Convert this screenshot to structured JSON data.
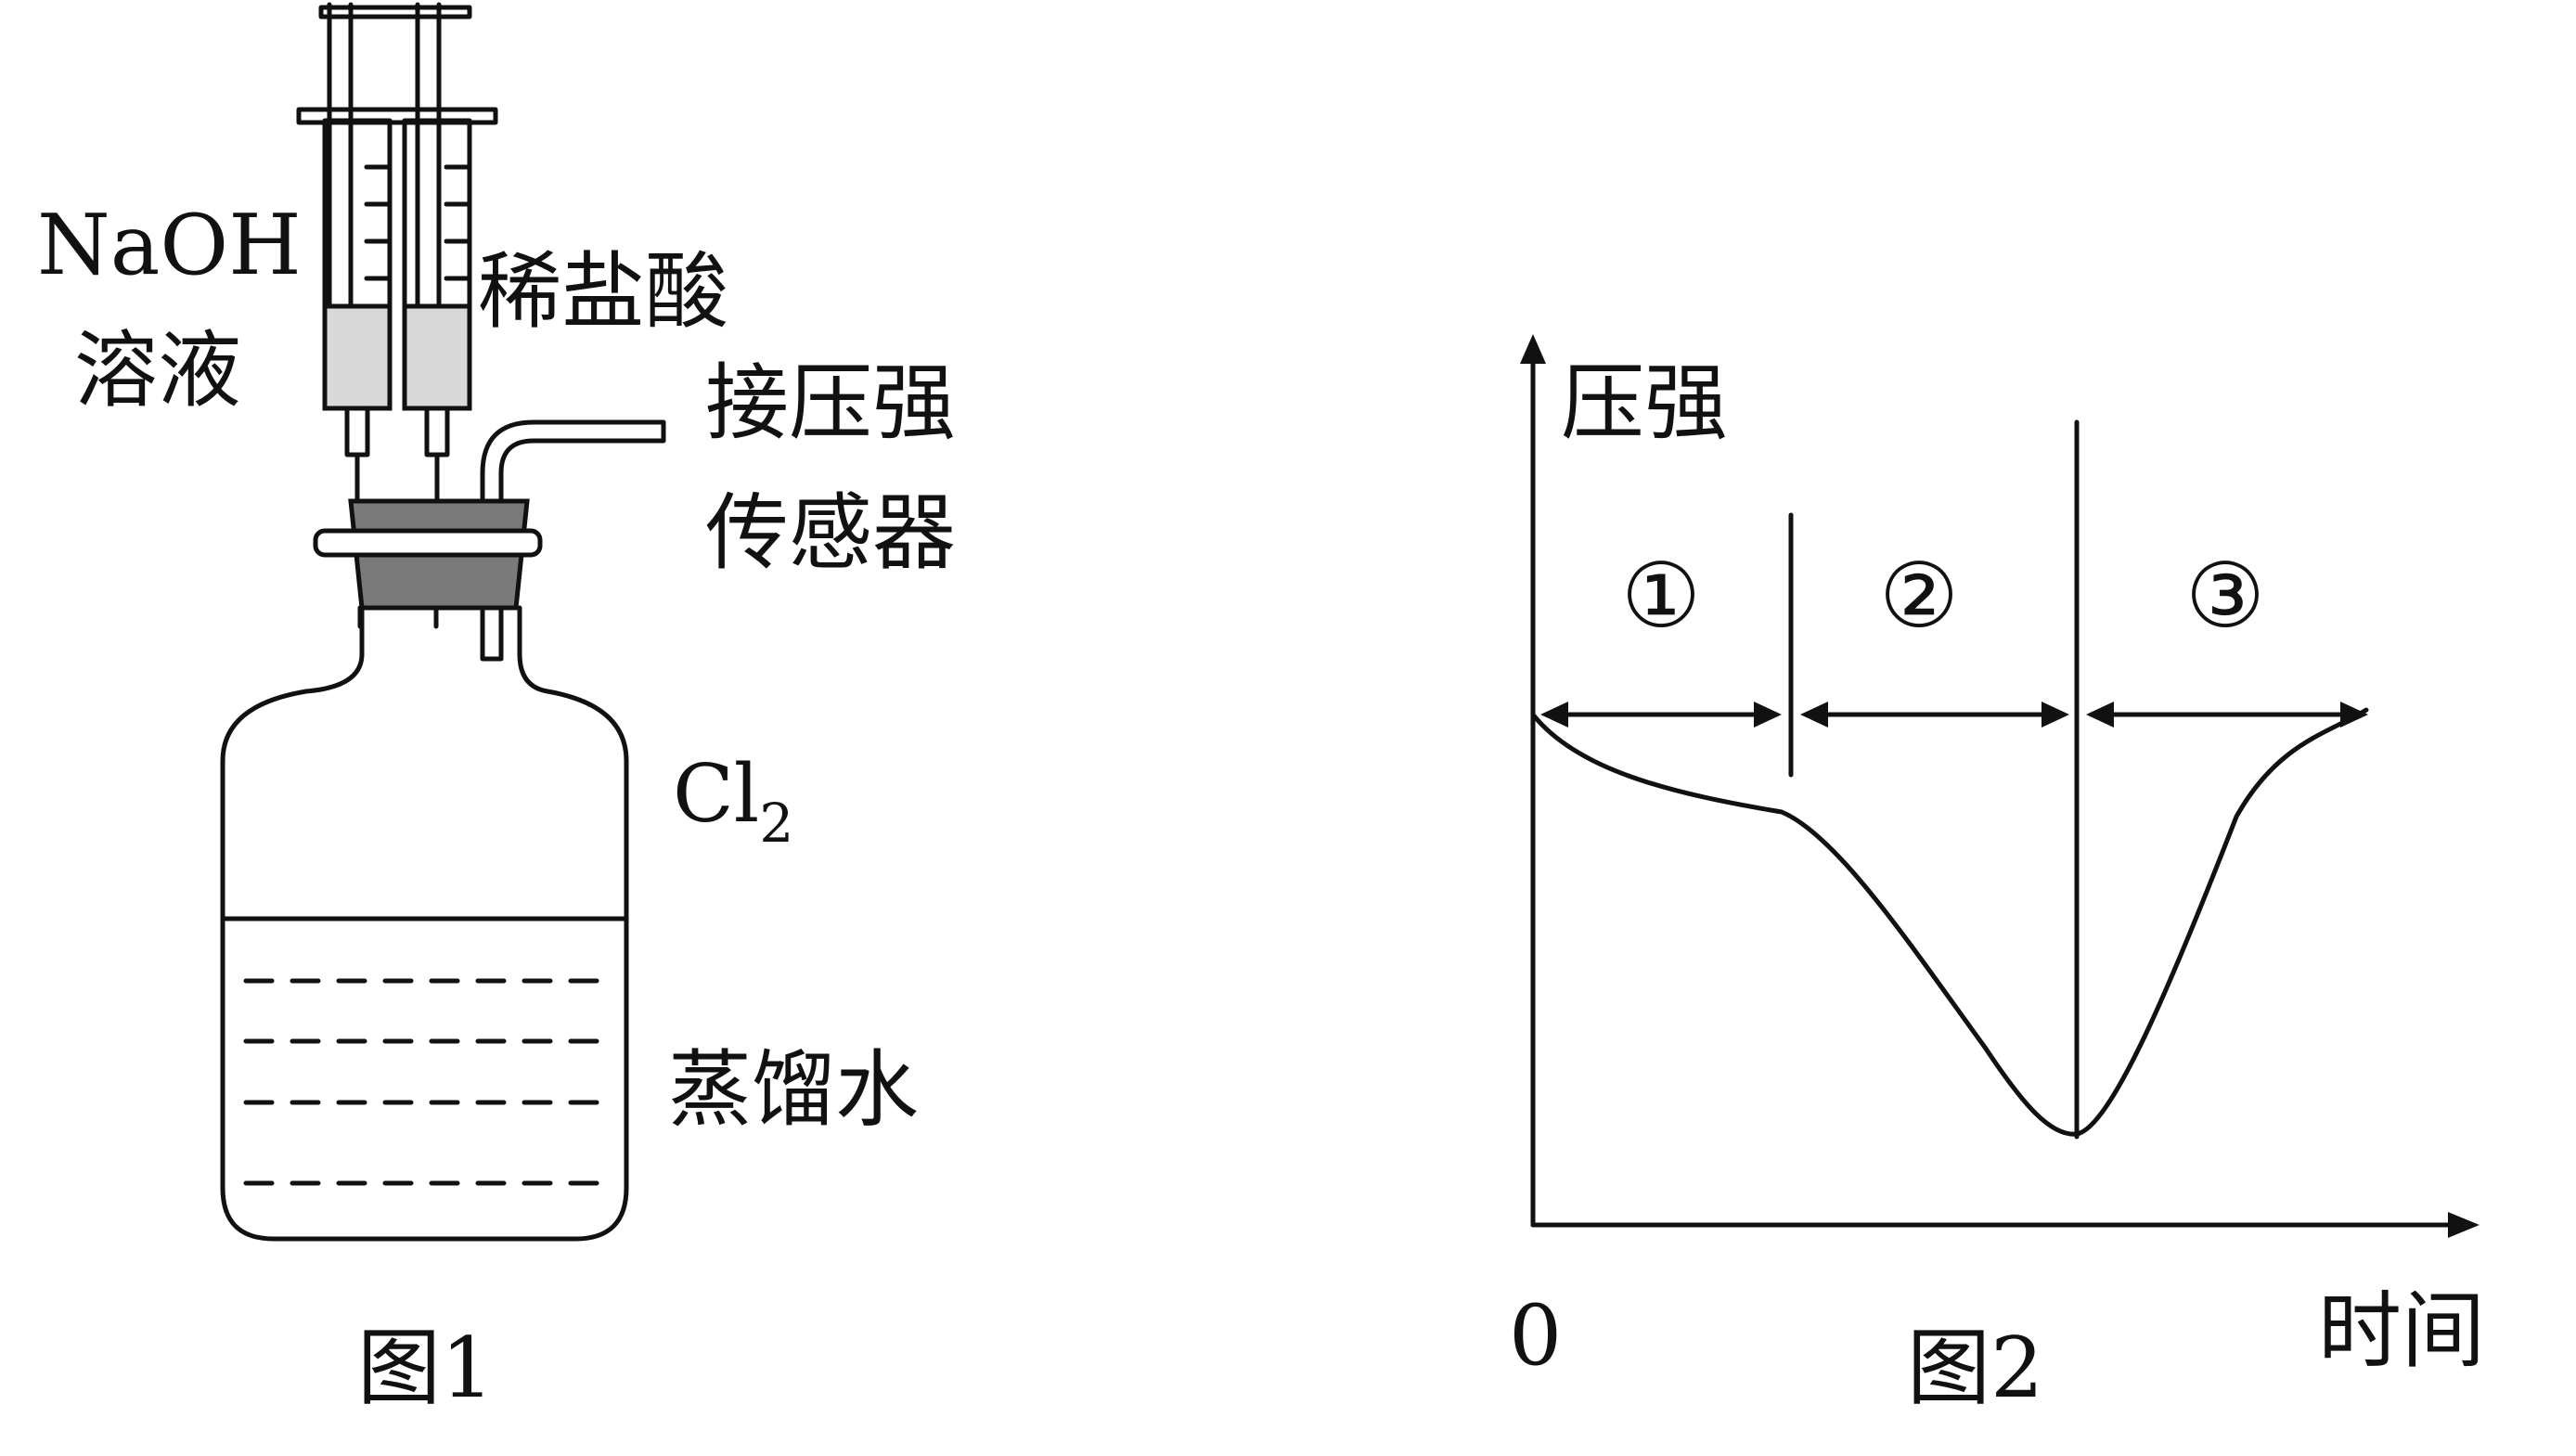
{
  "figure1": {
    "naoh_line1": "NaOH",
    "naoh_line2": "溶液",
    "hcl": "稀盐酸",
    "sensor_line1": "接压强",
    "sensor_line2": "传感器",
    "gas": "Cl",
    "gas_sub": "2",
    "water": "蒸馏水",
    "caption": "图1"
  },
  "figure2": {
    "ylabel": "压强",
    "xlabel": "时间",
    "origin": "0",
    "caption": "图2",
    "stage_labels": [
      "①",
      "②",
      "③"
    ]
  },
  "chart_data": {
    "type": "line",
    "title": "",
    "xlabel": "时间",
    "ylabel": "压强",
    "stages": [
      "①",
      "②",
      "③"
    ],
    "notes": "Qualitative pressure–time curve; no numeric scale printed"
  },
  "colors": {
    "ink": "#111111",
    "stopper": "#7a7a7a",
    "liquid_in_syringe": "#d9d9d9"
  }
}
